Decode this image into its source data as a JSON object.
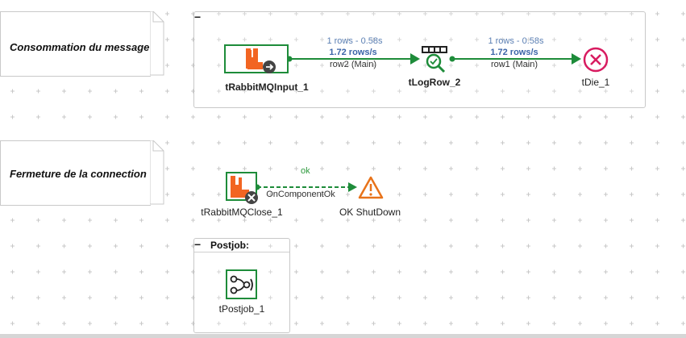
{
  "notes": {
    "consumption": "Consommation du message",
    "closing": "Fermeture de la connection"
  },
  "components": {
    "rabbit_input": "tRabbitMQInput_1",
    "log_row": "tLogRow_2",
    "die": "tDie_1",
    "rabbit_close": "tRabbitMQClose_1",
    "ok_shutdown": "OK ShutDown",
    "postjob": "tPostjob_1"
  },
  "flows": {
    "row2": {
      "stats": "1 rows - 0.58s",
      "rate": "1.72 rows/s",
      "name": "row2 (Main)"
    },
    "row1": {
      "stats": "1 rows - 0.58s",
      "rate": "1.72 rows/s",
      "name": "row1 (Main)"
    }
  },
  "triggers": {
    "ok_label": "ok",
    "on_component_ok": "OnComponentOk"
  },
  "subjobs": {
    "collapse_symbol": "−",
    "postjob_title": "Postjob:"
  },
  "colors": {
    "rabbit_orange": "#f26522",
    "component_green": "#1e8c3a",
    "flow_green": "#1e8c3a",
    "die_red": "#d81b60",
    "warning_orange": "#e8731a"
  }
}
